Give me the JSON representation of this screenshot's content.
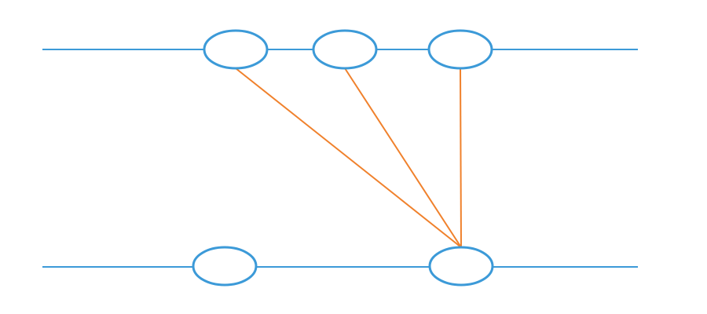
{
  "colors": {
    "background": "#ffffff",
    "timeline": "#3C9AD8",
    "link": "#F0812C",
    "node_fill": "#ffffff"
  },
  "diagram": {
    "lanes": [
      {
        "id": "top"
      },
      {
        "id": "bottom"
      }
    ],
    "nodes": [
      {
        "id": "top-node-1",
        "lane": "top"
      },
      {
        "id": "top-node-2",
        "lane": "top"
      },
      {
        "id": "top-node-3",
        "lane": "top"
      },
      {
        "id": "bottom-node-1",
        "lane": "bottom"
      },
      {
        "id": "bottom-node-2",
        "lane": "bottom"
      }
    ],
    "links": [
      {
        "from": "top-node-1",
        "to": "bottom-node-2"
      },
      {
        "from": "top-node-2",
        "to": "bottom-node-2"
      },
      {
        "from": "top-node-3",
        "to": "bottom-node-2"
      }
    ]
  }
}
